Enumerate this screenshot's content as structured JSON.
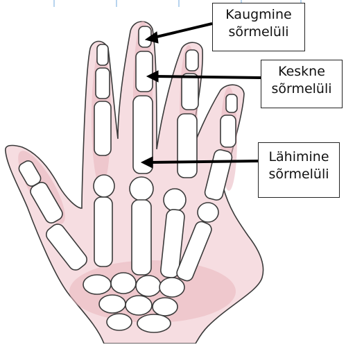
{
  "labels": {
    "distal": {
      "line1": "Kaugmine",
      "line2": "sõrmelüli"
    },
    "middle": {
      "line1": "Keskne",
      "line2": "sõrmelüli"
    },
    "proximal": {
      "line1": "Lähimine",
      "line2": "sõrmelüli"
    }
  },
  "colors": {
    "skin_tint": "#e9b6be",
    "outline": "#3a3a3a",
    "bone_fill": "#ffffff",
    "arrow": "#000000",
    "top_ticks": "#6fa8dc"
  }
}
